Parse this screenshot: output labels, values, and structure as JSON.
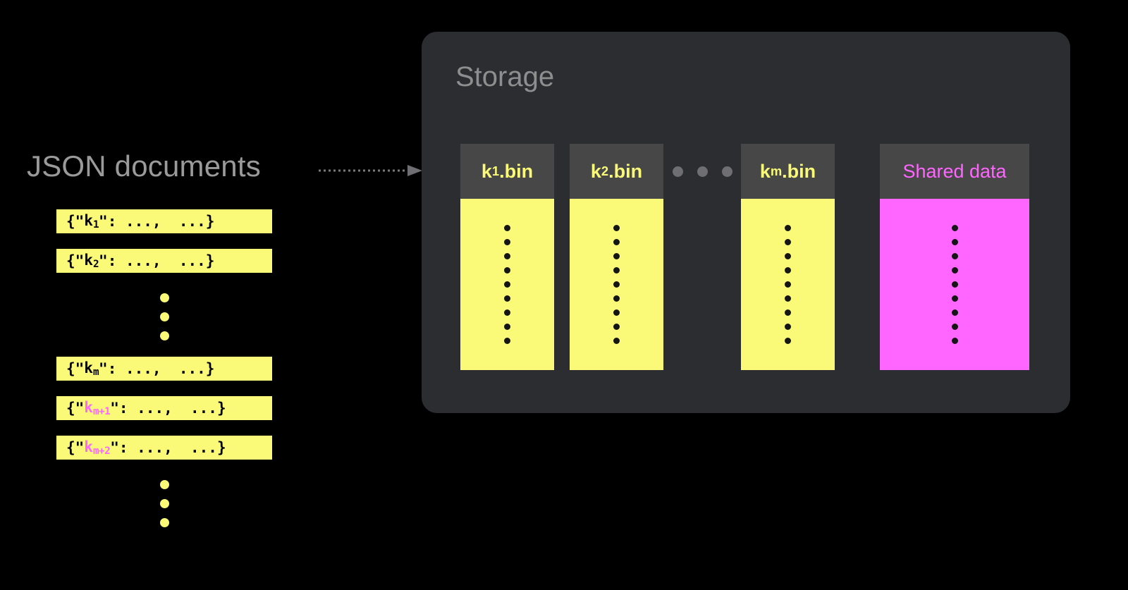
{
  "diagram": {
    "title_left": "JSON documents",
    "storage_title": "Storage",
    "background_color": "#000000",
    "panel_color": "#2B2D31",
    "yellow": "#FAFA78",
    "magenta": "#FF66FF",
    "gray_text": "#9A9A9A",
    "bin_header_bg": "#474747"
  },
  "documents": [
    {
      "open": "{\"",
      "key": "k",
      "sub": "1",
      "close": "\": ...,  ...}",
      "key_color": "black"
    },
    {
      "open": "{\"",
      "key": "k",
      "sub": "2",
      "close": "\": ...,  ...}",
      "key_color": "black"
    },
    {
      "open": "{\"",
      "key": "k",
      "sub": "m",
      "close": "\": ...,  ...}",
      "key_color": "black"
    },
    {
      "open": "{\"",
      "key": "k",
      "sub": "m+1",
      "close": "\": ...,  ...}",
      "key_color": "pink"
    },
    {
      "open": "{\"",
      "key": "k",
      "sub": "m+2",
      "close": "\": ...,  ...}",
      "key_color": "pink"
    }
  ],
  "ellipsis": {
    "vertical_dot_count": 3,
    "horizontal_dot_count": 3,
    "bin_dot_count": 9
  },
  "bins": [
    {
      "name": "k",
      "sub": "1",
      "suffix": ".bin",
      "color": "yellow"
    },
    {
      "name": "k",
      "sub": "2",
      "suffix": ".bin",
      "color": "yellow"
    },
    {
      "name": "k",
      "sub": "m",
      "suffix": ".bin",
      "color": "yellow"
    },
    {
      "label": "Shared data",
      "color": "magenta"
    }
  ],
  "arrow": {
    "style": "dotted",
    "direction": "left-to-right",
    "color": "#7a7a7a",
    "from": "JSON documents",
    "to": "Storage"
  }
}
